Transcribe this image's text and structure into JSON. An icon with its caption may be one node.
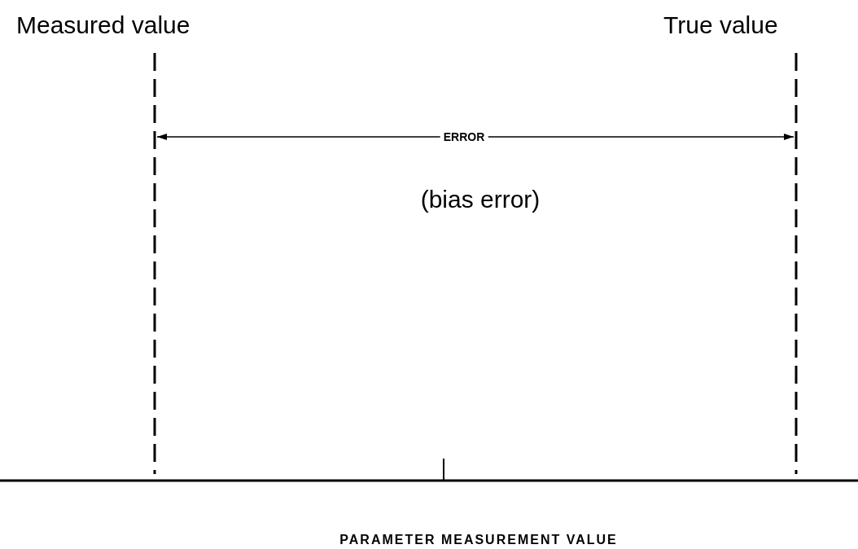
{
  "diagram": {
    "labels": [
      "Measured value",
      "True value",
      "ERROR",
      "(bias error)",
      "PARAMETER MEASUREMENT VALUE"
    ]
  }
}
